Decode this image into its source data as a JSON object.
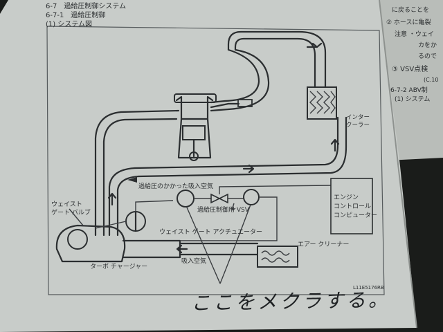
{
  "page": {
    "heading_lines": [
      "6-7　過給圧制御システム",
      "6-7-1　過給圧制御",
      "(1) システム図"
    ]
  },
  "right_page": {
    "lines": [
      "に戻ることを",
      "② ホースに亀裂",
      "注意 ・ウェイ",
      "カをか",
      "るので",
      "③ VSV点検",
      "(C.10",
      "6-7-2 ABV制",
      "(1) システム"
    ]
  },
  "diagram": {
    "labels": {
      "boosted_intake_air": "過給圧のかかった吸入空気",
      "boost_control_vsv": "過給圧制御用 VSV",
      "wastegate_valve": "ウェイスト\nゲート バルブ",
      "wastegate_actuator": "ウェイスト ゲート アクチュエーター",
      "intake_air": "吸入空気",
      "turbocharger": "ターボ チャージャー",
      "air_cleaner": "エアー クリーナー",
      "intercooler": "インター\nクーラー",
      "engine_computer": "エンジン\nコントロール\nコンピューター",
      "figure_code": "L11E5176RB"
    }
  },
  "handwritten_note": "ここをメクラする。",
  "colors": {
    "paper": "#c8ccc9",
    "ink": "#2b2e30",
    "background": "#1a1c1a"
  }
}
